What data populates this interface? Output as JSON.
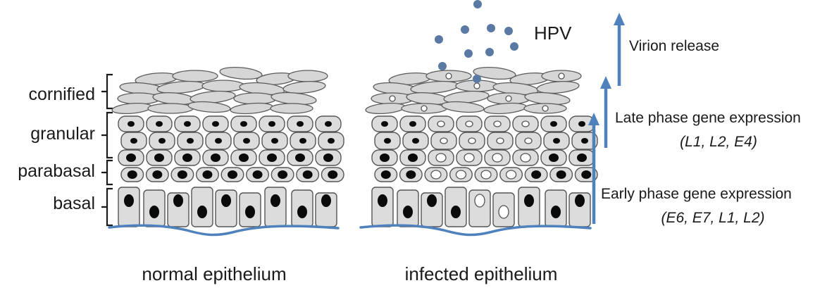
{
  "layers": [
    {
      "key": "cornified",
      "label": "cornified"
    },
    {
      "key": "granular",
      "label": "granular"
    },
    {
      "key": "parabasal",
      "label": "parabasal"
    },
    {
      "key": "basal",
      "label": "basal"
    }
  ],
  "panels": {
    "normal": {
      "caption": "normal epithelium"
    },
    "infected": {
      "caption": "infected epithelium"
    }
  },
  "virus": {
    "label": "HPV"
  },
  "phases": {
    "virion_release": {
      "title": "Virion release"
    },
    "late": {
      "title": "Late phase gene expression",
      "genes": "(L1, L2, E4)"
    },
    "early": {
      "title": "Early phase gene expression",
      "genes": "(E6, E7, L1, L2)"
    }
  },
  "colors": {
    "accent_blue": "#4f81bd",
    "virion": "#5b7aa3",
    "cell_fill": "#dcdcdc",
    "nucleus": "#0a0a0a"
  }
}
